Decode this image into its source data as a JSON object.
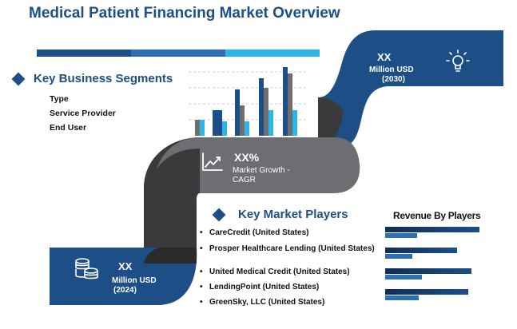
{
  "title": "Medical Patient Financing Market Overview",
  "colors": {
    "navy": "#1d4f86",
    "blue": "#2e6fb3",
    "light_blue": "#2fb4e6",
    "gray": "#6d6e71",
    "dark_gray": "#3a3a3c"
  },
  "segments": {
    "heading": "Key Business Segments",
    "items": [
      "Type",
      "Service Provider",
      "End User"
    ]
  },
  "forecast": {
    "value": "XX",
    "label": "Million USD",
    "year": "(2030)",
    "icon": "lightbulb-icon"
  },
  "growth": {
    "value": "XX%",
    "label_line1": "Market Growth -",
    "label_line2": "CAGR",
    "icon": "trend-chart-icon"
  },
  "base": {
    "value": "XX",
    "label": "Million USD",
    "year": "(2024)",
    "icon": "coins-icon"
  },
  "players": {
    "heading": "Key Market Players",
    "items": [
      "CareCredit (United States)",
      "Prosper Healthcare Lending (United States)",
      "United Medical Credit (United States)",
      "LendingPoint (United States)",
      "GreenSky, LLC (United States)"
    ]
  },
  "revenue": {
    "title": "Revenue By Players"
  }
}
